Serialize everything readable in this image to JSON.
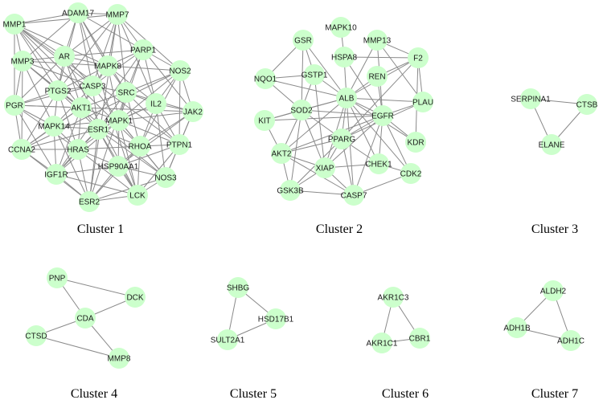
{
  "colors": {
    "node_fill": "#ccffcc",
    "edge": "#8a8a8a",
    "text": "#1a1a1a"
  },
  "clusters": [
    {
      "label": "Cluster 1",
      "nodes": [
        "MMP1",
        "ADAM17",
        "MMP7",
        "AR",
        "MMP3",
        "PARP1",
        "MAPK8",
        "NOS2",
        "PTGS2",
        "CASP3",
        "SRC",
        "PGR",
        "AKT1",
        "IL2",
        "JAK2",
        "MAPK14",
        "ESR1",
        "MAPK1",
        "CCNA2",
        "HRAS",
        "RHOA",
        "PTPN1",
        "IGF1R",
        "HSP90AA1",
        "NOS3",
        "ESR2",
        "LCK"
      ]
    },
    {
      "label": "Cluster 2",
      "nodes": [
        "MAPK10",
        "GSR",
        "MMP13",
        "HSPA8",
        "F2",
        "NQO1",
        "GSTP1",
        "REN",
        "ALB",
        "PLAU",
        "SOD2",
        "EGFR",
        "KIT",
        "KDR",
        "PPARG",
        "AKT2",
        "CHEK1",
        "XIAP",
        "CDK2",
        "GSK3B",
        "CASP7"
      ]
    },
    {
      "label": "Cluster 3",
      "nodes": [
        "SERPINA1",
        "CTSB",
        "ELANE"
      ]
    },
    {
      "label": "Cluster 4",
      "nodes": [
        "PNP",
        "DCK",
        "CDA",
        "CTSD",
        "MMP8"
      ]
    },
    {
      "label": "Cluster 5",
      "nodes": [
        "SHBG",
        "HSD17B1",
        "SULT2A1"
      ]
    },
    {
      "label": "Cluster 6",
      "nodes": [
        "AKR1C3",
        "AKR1C1",
        "CBR1"
      ]
    },
    {
      "label": "Cluster 7",
      "nodes": [
        "ALDH2",
        "ADH1B",
        "ADH1C"
      ]
    }
  ]
}
